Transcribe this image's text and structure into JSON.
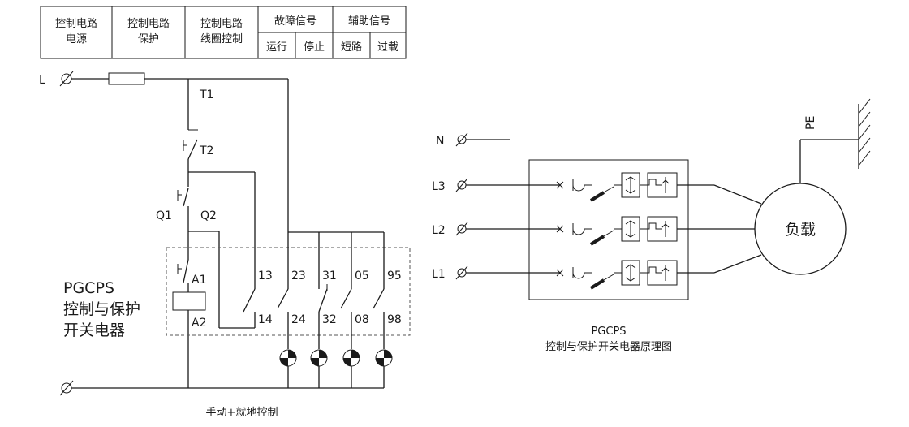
{
  "header_table": {
    "col1": [
      "控制电路",
      "电源"
    ],
    "col2": [
      "控制电路",
      "保护"
    ],
    "col3": [
      "控制电路",
      "线圈控制"
    ],
    "fault": "故障信号",
    "aux": "辅助信号",
    "run": "运行",
    "stop": "停止",
    "short": "短路",
    "overload": "过载"
  },
  "left": {
    "L": "L",
    "T1": "T1",
    "T2": "T2",
    "Q1": "Q1",
    "Q2": "Q2",
    "A1": "A1",
    "A2": "A2",
    "device_name": "PGCPS",
    "device_line2": "控制与保护",
    "device_line3": "开关电器",
    "terminals_top": [
      "13",
      "23",
      "31",
      "05",
      "95"
    ],
    "terminals_bottom": [
      "14",
      "24",
      "32",
      "08",
      "98"
    ],
    "caption": "手动+就地控制"
  },
  "right": {
    "N": "N",
    "L3": "L3",
    "L2": "L2",
    "L1": "L1",
    "PE": "PE",
    "load": "负载",
    "caption_line1": "PGCPS",
    "caption_line2": "控制与保护开关电器原理图"
  }
}
